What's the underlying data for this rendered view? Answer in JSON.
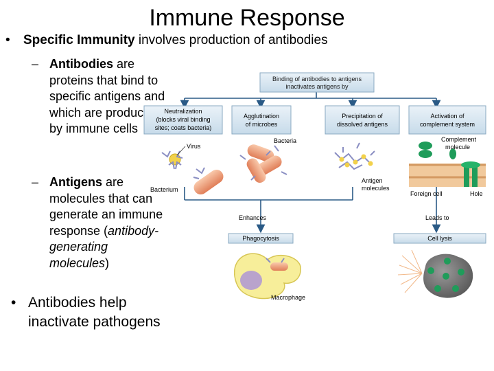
{
  "slide": {
    "title": "Immune Response",
    "bullet1": {
      "bold": "Specific Immunity",
      "rest": " involves production of antibodies"
    },
    "sub1": {
      "bold": "Antibodies",
      "rest": " are proteins that bind to specific antigens and which are produced by immune cells"
    },
    "sub2": {
      "bold": "Antigens",
      "rest": " are molecules that can generate an immune response (",
      "italic": "antibody-generating molecules",
      "close": ")"
    },
    "bullet2": "Antibodies help inactivate pathogens"
  },
  "diagram": {
    "top_box_line1": "Binding of antibodies to antigens",
    "top_box_line2": "inactivates antigens by",
    "neutralization": [
      "Neutralization",
      "(blocks viral binding",
      "sites; coats bacteria)"
    ],
    "agglutination": [
      "Agglutination",
      "of microbes"
    ],
    "precipitation": [
      "Precipitation of",
      "dissolved antigens"
    ],
    "activation": [
      "Activation of",
      "complement system"
    ],
    "virus": "Virus",
    "bacterium": "Bacterium",
    "bacteria": "Bacteria",
    "antigen_molecules": [
      "Antigen",
      "molecules"
    ],
    "complement_molecule": [
      "Complement",
      "molecule"
    ],
    "foreign_cell": "Foreign cell",
    "hole": "Hole",
    "enhances": "Enhances",
    "leads_to": "Leads to",
    "phagocytosis": "Phagocytosis",
    "cell_lysis": "Cell lysis",
    "macrophage": "Macrophage"
  }
}
